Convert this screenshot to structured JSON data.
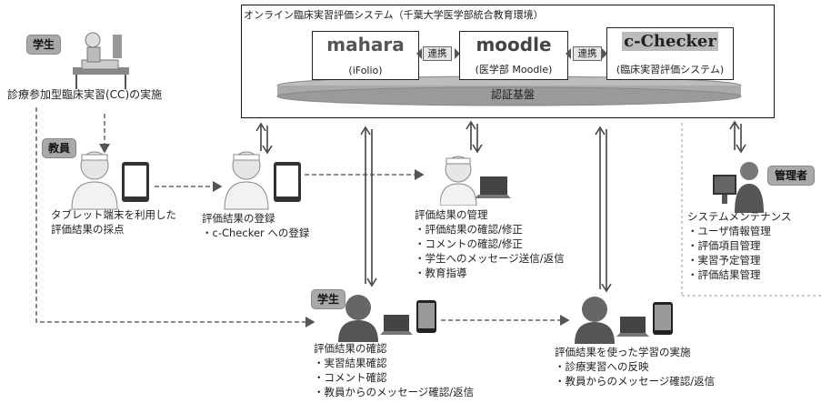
{
  "system": {
    "title": "オンライン臨床実習評価システム（千葉大学医学部統合教育環境）",
    "platform_label": "認証基盤",
    "link_label": "連携",
    "modules": [
      {
        "logo": "mahara",
        "caption": "(iFolio)"
      },
      {
        "logo": "moodle",
        "caption": "(医学部 Moodle)"
      },
      {
        "logo": "c-Checker",
        "caption": "(臨床実習評価システム)"
      }
    ]
  },
  "roles": {
    "student": "学生",
    "teacher": "教員",
    "admin": "管理者"
  },
  "cc_label": "診療参加型臨床実習(CC)の実施",
  "tablet_scoring": [
    "タブレット端末を利用した",
    "評価結果の採点"
  ],
  "registration": {
    "title": "評価結果の登録",
    "items": [
      "・c-Checker への登録"
    ]
  },
  "management": {
    "title": "評価結果の管理",
    "items": [
      "・評価結果の確認/修正",
      "・コメントの確認/修正",
      "・学生へのメッセージ送信/返信",
      "・教育指導"
    ]
  },
  "maintenance": {
    "title": "システムメンテナンス",
    "items": [
      "・ユーザ情報管理",
      "・評価項目管理",
      "・実習予定管理",
      "・評価結果管理"
    ]
  },
  "confirmation": {
    "title": "評価結果の確認",
    "items": [
      "・実習結果確認",
      "・コメント確認",
      "・教員からのメッセージ確認/返信"
    ]
  },
  "learning": {
    "title": "評価結果を使った学習の実施",
    "items": [
      "・診療実習への反映",
      "・教員からのメッセージ確認/返信"
    ]
  },
  "colors": {
    "platform": "#a9a9a9",
    "tag": "#a9a9a9",
    "arrow": "#555555",
    "mahara": "#555555",
    "moodle_accent": "#f0a030"
  }
}
